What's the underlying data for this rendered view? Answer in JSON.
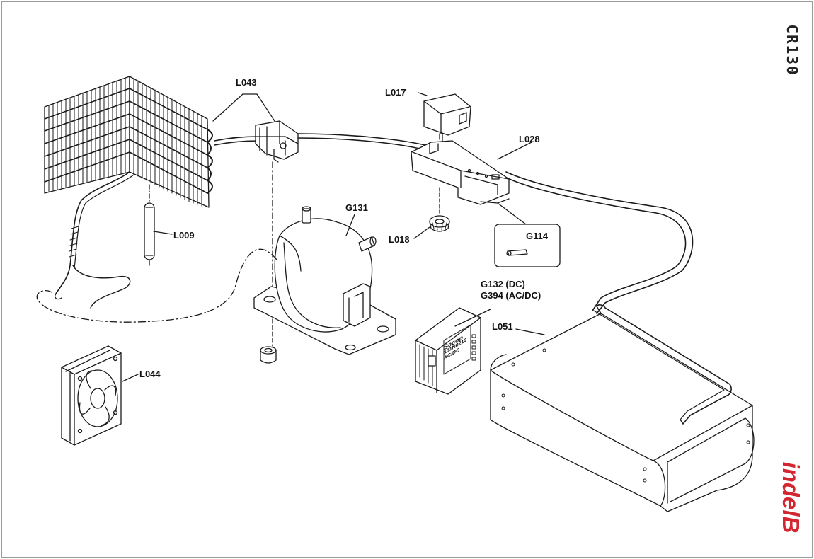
{
  "model_code": "CR130",
  "brand": "indelB",
  "brand_color": "#d22630",
  "line_color": "#1a1a1a",
  "parts": {
    "l043": "L043",
    "l017": "L017",
    "l028": "L028",
    "g131": "G131",
    "l009": "L009",
    "l018": "L018",
    "g114": "G114",
    "g132": "G132 (DC)",
    "g394": "G394 (AC/DC)",
    "l051": "L051",
    "l044": "L044"
  },
  "module_text": {
    "logo": "Secop",
    "line1": "101N0212",
    "line2": "AC/DC"
  }
}
